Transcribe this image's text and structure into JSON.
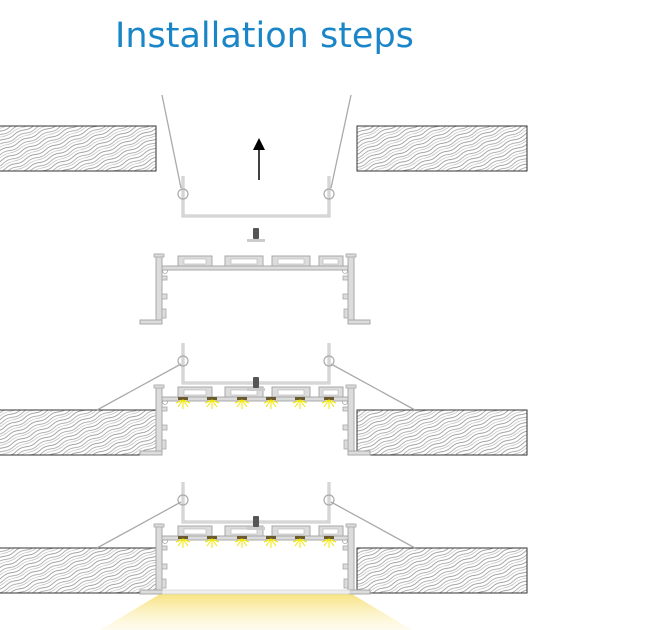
{
  "title": "Installation steps",
  "colors": {
    "title": "#1a86c8",
    "profile_fill": "#dcdcdc",
    "profile_stroke": "#a8a8a8",
    "led": "#f2e600",
    "light_beam": "#fbeeb0"
  },
  "steps": [
    {
      "name": "insert-spring-clip-bracket",
      "icon": "arrow-up-icon"
    },
    {
      "name": "attach-profile-with-screw"
    },
    {
      "name": "mount-profile-in-ceiling"
    },
    {
      "name": "profile-installed-with-light"
    }
  ]
}
